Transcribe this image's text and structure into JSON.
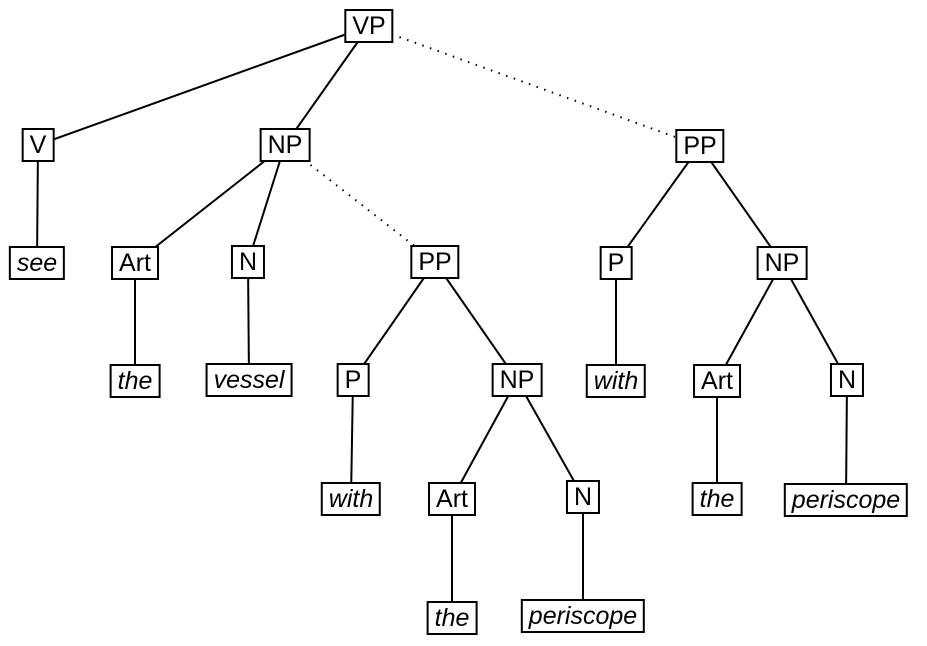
{
  "diagram": {
    "type": "syntax-parse-tree",
    "sentence_words": [
      "see",
      "the",
      "vessel",
      "with",
      "the",
      "periscope"
    ],
    "line_color": "#000000",
    "box_background": "#ffffff",
    "edge_styles": [
      "solid",
      "dotted"
    ]
  },
  "nodes": [
    {
      "id": "vp",
      "label": "VP",
      "terminal": false
    },
    {
      "id": "v",
      "label": "V",
      "terminal": false
    },
    {
      "id": "np-obj",
      "label": "NP",
      "terminal": false
    },
    {
      "id": "pp-vp",
      "label": "PP",
      "terminal": false
    },
    {
      "id": "see",
      "label": "see",
      "terminal": true
    },
    {
      "id": "art-1",
      "label": "Art",
      "terminal": false
    },
    {
      "id": "n-1",
      "label": "N",
      "terminal": false
    },
    {
      "id": "pp-np",
      "label": "PP",
      "terminal": false
    },
    {
      "id": "p-vp",
      "label": "P",
      "terminal": false
    },
    {
      "id": "np-vp",
      "label": "NP",
      "terminal": false
    },
    {
      "id": "the-1",
      "label": "the",
      "terminal": true
    },
    {
      "id": "vessel",
      "label": "vessel",
      "terminal": true
    },
    {
      "id": "p-np",
      "label": "P",
      "terminal": false
    },
    {
      "id": "np-np",
      "label": "NP",
      "terminal": false
    },
    {
      "id": "with-vp",
      "label": "with",
      "terminal": true
    },
    {
      "id": "art-vp",
      "label": "Art",
      "terminal": false
    },
    {
      "id": "n-vp",
      "label": "N",
      "terminal": false
    },
    {
      "id": "with-np",
      "label": "with",
      "terminal": true
    },
    {
      "id": "art-np",
      "label": "Art",
      "terminal": false
    },
    {
      "id": "n-np",
      "label": "N",
      "terminal": false
    },
    {
      "id": "the-vp",
      "label": "the",
      "terminal": true
    },
    {
      "id": "periscope-vp",
      "label": "periscope",
      "terminal": true
    },
    {
      "id": "the-np",
      "label": "the",
      "terminal": true
    },
    {
      "id": "periscope-np",
      "label": "periscope",
      "terminal": true
    }
  ],
  "edges": [
    {
      "from": "vp",
      "to": "v",
      "style": "solid"
    },
    {
      "from": "vp",
      "to": "np-obj",
      "style": "solid"
    },
    {
      "from": "vp",
      "to": "pp-vp",
      "style": "dotted"
    },
    {
      "from": "v",
      "to": "see",
      "style": "solid"
    },
    {
      "from": "np-obj",
      "to": "art-1",
      "style": "solid"
    },
    {
      "from": "np-obj",
      "to": "n-1",
      "style": "solid"
    },
    {
      "from": "np-obj",
      "to": "pp-np",
      "style": "dotted"
    },
    {
      "from": "art-1",
      "to": "the-1",
      "style": "solid"
    },
    {
      "from": "n-1",
      "to": "vessel",
      "style": "solid"
    },
    {
      "from": "pp-np",
      "to": "p-np",
      "style": "solid"
    },
    {
      "from": "pp-np",
      "to": "np-np",
      "style": "solid"
    },
    {
      "from": "p-np",
      "to": "with-np",
      "style": "solid"
    },
    {
      "from": "np-np",
      "to": "art-np",
      "style": "solid"
    },
    {
      "from": "np-np",
      "to": "n-np",
      "style": "solid"
    },
    {
      "from": "art-np",
      "to": "the-np",
      "style": "solid"
    },
    {
      "from": "n-np",
      "to": "periscope-np",
      "style": "solid"
    },
    {
      "from": "pp-vp",
      "to": "p-vp",
      "style": "solid"
    },
    {
      "from": "pp-vp",
      "to": "np-vp",
      "style": "solid"
    },
    {
      "from": "p-vp",
      "to": "with-vp",
      "style": "solid"
    },
    {
      "from": "np-vp",
      "to": "art-vp",
      "style": "solid"
    },
    {
      "from": "np-vp",
      "to": "n-vp",
      "style": "solid"
    },
    {
      "from": "art-vp",
      "to": "the-vp",
      "style": "solid"
    },
    {
      "from": "n-vp",
      "to": "periscope-vp",
      "style": "solid"
    }
  ]
}
